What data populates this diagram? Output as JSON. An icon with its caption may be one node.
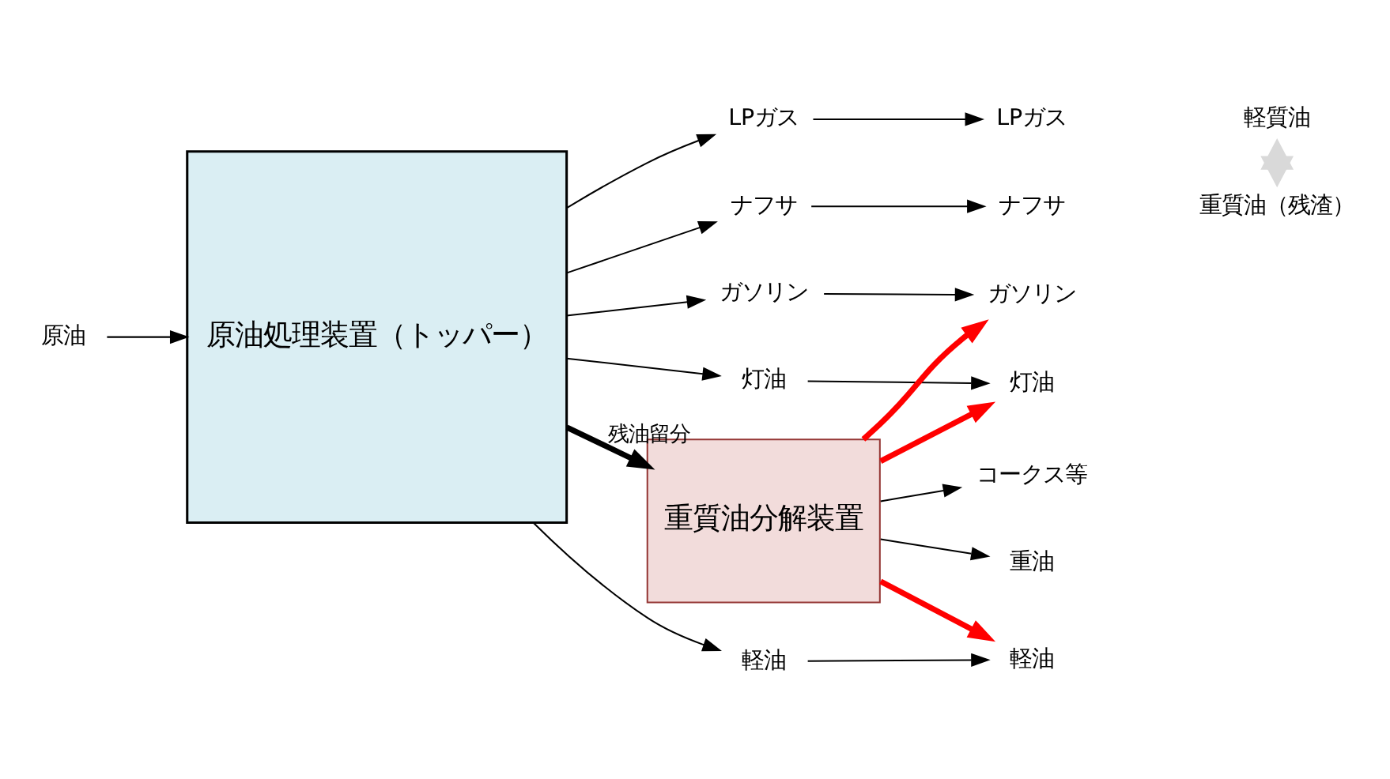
{
  "diagram": {
    "nodes": [
      {
        "text": [
          "原油"
        ]
      },
      {
        "text": [
          "原油処理装置（トッパー）"
        ]
      },
      {
        "text": [
          "LPガス"
        ]
      },
      {
        "text": [
          "ナフサ"
        ]
      },
      {
        "text": [
          "ガソリン"
        ]
      },
      {
        "text": [
          "灯油"
        ]
      },
      {
        "text": [
          "軽油"
        ]
      },
      {
        "text": [
          "重質油分解装置"
        ]
      },
      {
        "text": [
          "LPガス"
        ]
      },
      {
        "text": [
          "ナフサ"
        ]
      },
      {
        "text": [
          "ガソリン"
        ]
      },
      {
        "text": [
          "灯油"
        ]
      },
      {
        "text": [
          "軽油"
        ]
      },
      {
        "text": [
          "重油"
        ]
      },
      {
        "text": [
          "コークス等"
        ]
      }
    ],
    "edges": [
      {
        "from": 0,
        "to": 1,
        "arrow": "to"
      },
      {
        "from": 1,
        "to": 2,
        "arrow": "to"
      },
      {
        "from": 1,
        "to": 3,
        "arrow": "to"
      },
      {
        "from": 1,
        "to": 4,
        "arrow": "to"
      },
      {
        "from": 1,
        "to": 5,
        "arrow": "to"
      },
      {
        "from": 1,
        "to": 6,
        "arrow": "to"
      },
      {
        "from": 1,
        "to": 7,
        "arrow": "to",
        "label": "残油留分",
        "style": "thick"
      },
      {
        "from": 2,
        "to": 8,
        "arrow": "to"
      },
      {
        "from": 3,
        "to": 9,
        "arrow": "to"
      },
      {
        "from": 4,
        "to": 10,
        "arrow": "to"
      },
      {
        "from": 5,
        "to": 11,
        "arrow": "to"
      },
      {
        "from": 6,
        "to": 12,
        "arrow": "to"
      },
      {
        "from": 7,
        "to": 10,
        "arrow": "to",
        "style": "thick",
        "color": "#ff0000"
      },
      {
        "from": 7,
        "to": 11,
        "arrow": "to",
        "style": "thick",
        "color": "#ff0000"
      },
      {
        "from": 7,
        "to": 12,
        "arrow": "to",
        "style": "thick",
        "color": "#ff0000"
      },
      {
        "from": 7,
        "to": 13,
        "arrow": "to"
      },
      {
        "from": 7,
        "to": 14,
        "arrow": "to"
      }
    ],
    "labels": [
      "軽質油",
      "重質油（残渣）"
    ]
  }
}
